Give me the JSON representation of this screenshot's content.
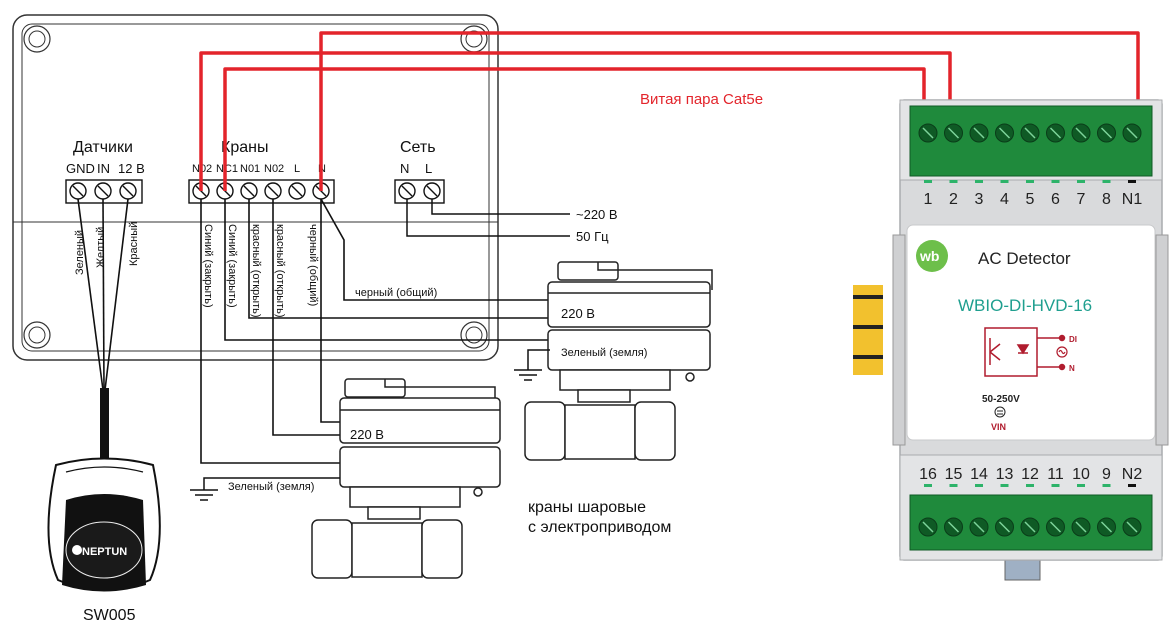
{
  "controller": {
    "groups": {
      "sensors": "Датчики",
      "valves": "Краны",
      "network": "Сеть"
    },
    "sensor_pins": [
      "GND",
      "IN",
      "12 B"
    ],
    "valve_pins": [
      "N02",
      "NC1",
      "N01",
      "N02",
      "L",
      "N"
    ],
    "network_pins": [
      "N",
      "L"
    ]
  },
  "sensor_wires": [
    "Зеленый",
    "Желтый",
    "Красный"
  ],
  "valve_wires": [
    "Синий (закрыть)",
    "Синий (закрыть)",
    "красный (открыть)",
    "красный (открыть)",
    "черный (общий)"
  ],
  "power": {
    "voltage": "~220 В",
    "frequency": "50 Гц"
  },
  "valve_labels": {
    "common_black": "черный (общий)",
    "voltage": "220 В",
    "ground": "Зеленый (земля)"
  },
  "caption": {
    "line1": "краны шаровые",
    "line2": "с электроприводом"
  },
  "sensor": {
    "brand": "NEPTUN",
    "model": "SW005"
  },
  "twisted_pair": "Витая пара Cat5e",
  "module": {
    "title": "AC Detector",
    "model": "WBIO-DI-HVD-16",
    "logo": "wb",
    "top_terminals": [
      "1",
      "2",
      "3",
      "4",
      "5",
      "6",
      "7",
      "8",
      "N1"
    ],
    "bottom_terminals": [
      "16",
      "15",
      "14",
      "13",
      "12",
      "11",
      "10",
      "9",
      "N2"
    ],
    "input_range": "50-250V",
    "vin": "VIN",
    "symbol_labels": [
      "DI",
      "N"
    ]
  },
  "colors": {
    "red_wire": "#e3242b",
    "module_green": "#1f8a3c",
    "wb_green": "#6dbf4a",
    "teal_text": "#1f9f8f",
    "symbol_red": "#b01c2e"
  },
  "icons": [
    "sensor-puck-icon",
    "ball-valve-icon",
    "ground-icon",
    "optocoupler-icon",
    "sine-icon"
  ]
}
